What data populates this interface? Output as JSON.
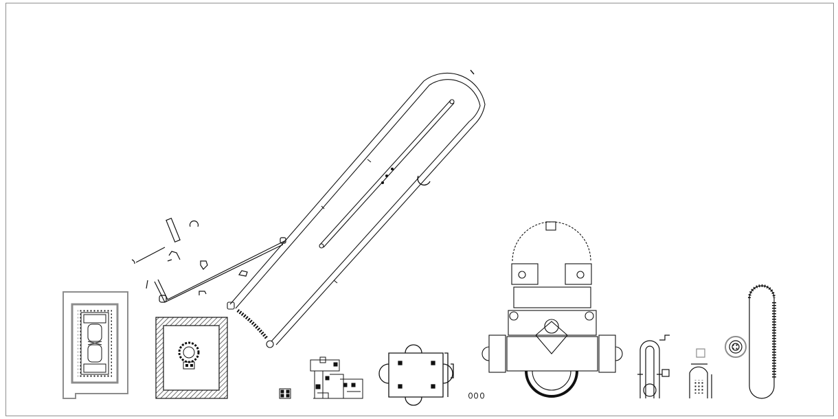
{
  "drawing": {
    "stroke_color": "#111111",
    "accent_gray": "#8c8c8c",
    "hatch_color": "#4a4a4a",
    "background": "#ffffff"
  },
  "plans": [
    {
      "id": "temple-peristyle"
    },
    {
      "id": "courtyard-rotunda"
    },
    {
      "id": "small-square-pavilion"
    },
    {
      "id": "portico-wall-complex"
    },
    {
      "id": "hippodrome-circus"
    },
    {
      "id": "room-cluster"
    },
    {
      "id": "cruciform-church"
    },
    {
      "id": "three-small-ovals"
    },
    {
      "id": "great-palace-complex"
    },
    {
      "id": "apsidal-hall"
    },
    {
      "id": "small-apsidal-chapel"
    },
    {
      "id": "stadium-with-rotunda"
    }
  ]
}
